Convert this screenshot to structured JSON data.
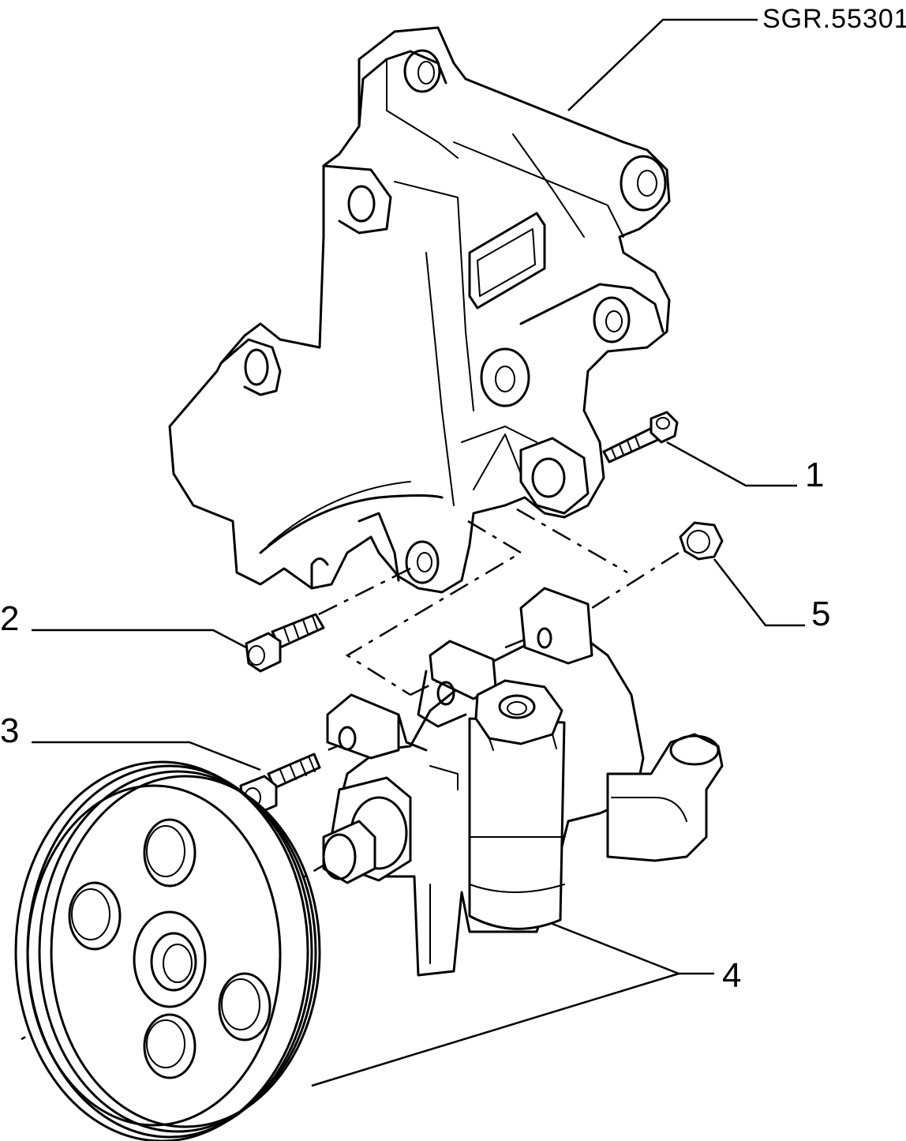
{
  "figure": {
    "reference_code": "SGR.55301",
    "callouts": [
      {
        "number": "1",
        "part": "bracket-bolt"
      },
      {
        "number": "2",
        "part": "pump-mounting-bolt"
      },
      {
        "number": "3",
        "part": "pump-lower-bolt"
      },
      {
        "number": "4",
        "part": "power-steering-pump-with-pulley"
      },
      {
        "number": "5",
        "part": "bushing"
      }
    ]
  }
}
